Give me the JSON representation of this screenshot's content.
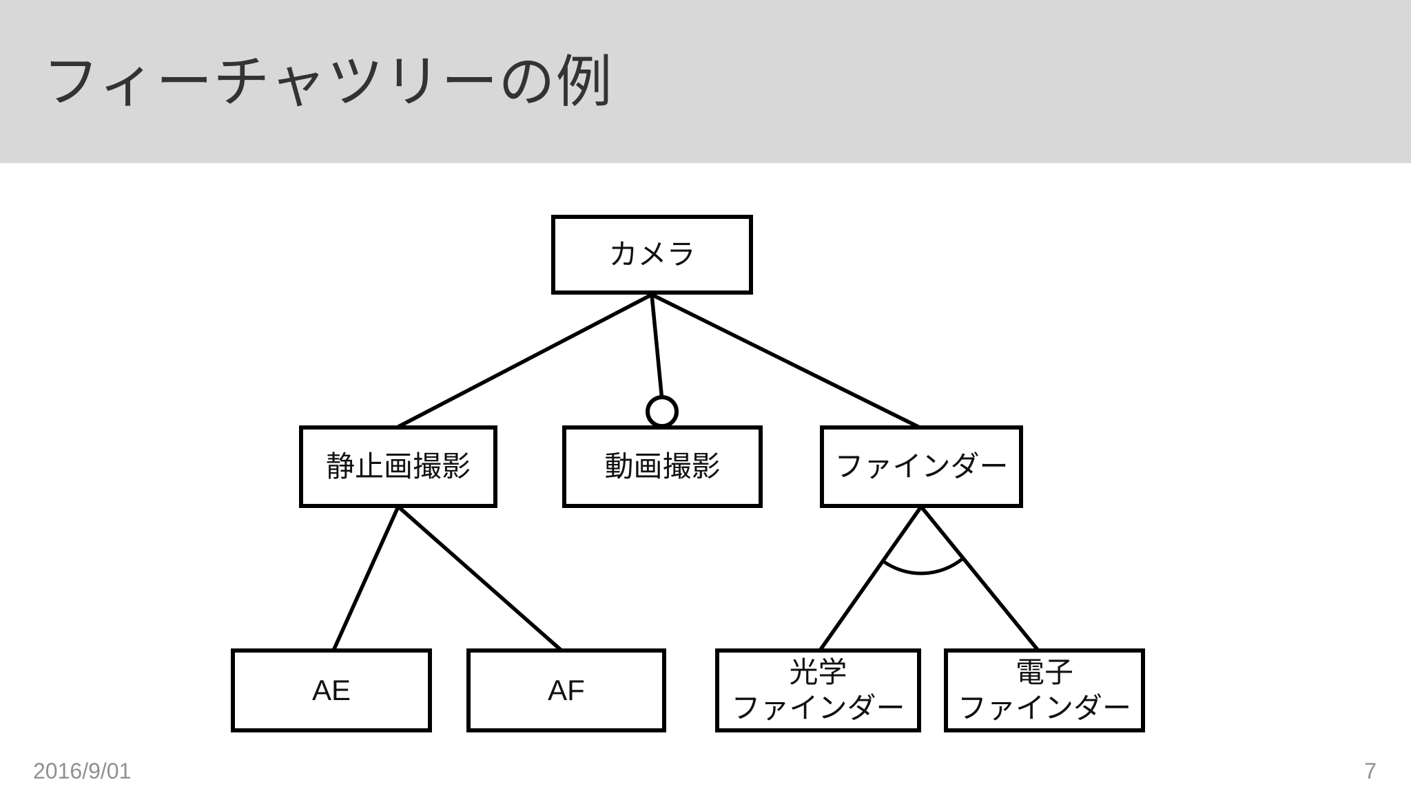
{
  "slide": {
    "title": "フィーチャツリーの例",
    "footer_date": "2016/9/01",
    "page_number": "7"
  },
  "nodes": {
    "camera": {
      "label": "カメラ"
    },
    "still_photo": {
      "label": "静止画撮影"
    },
    "movie": {
      "label": "動画撮影"
    },
    "finder": {
      "label": "ファインダー"
    },
    "ae": {
      "label": "AE"
    },
    "af": {
      "label": "AF"
    },
    "optical_finder": {
      "label_line1": "光学",
      "label_line2": "ファインダー"
    },
    "electronic_finder": {
      "label_line1": "電子",
      "label_line2": "ファインダー"
    }
  },
  "notation": {
    "optional_marker": "open-circle",
    "alternative_group_marker": "arc"
  },
  "colors": {
    "header_band": "#d8d8d8",
    "background": "#ffffff",
    "box_fill": "#ffffff",
    "box_border": "#000000",
    "connector": "#000000",
    "title_text": "#333333",
    "label_text": "#111111",
    "footer_text": "#909090"
  }
}
